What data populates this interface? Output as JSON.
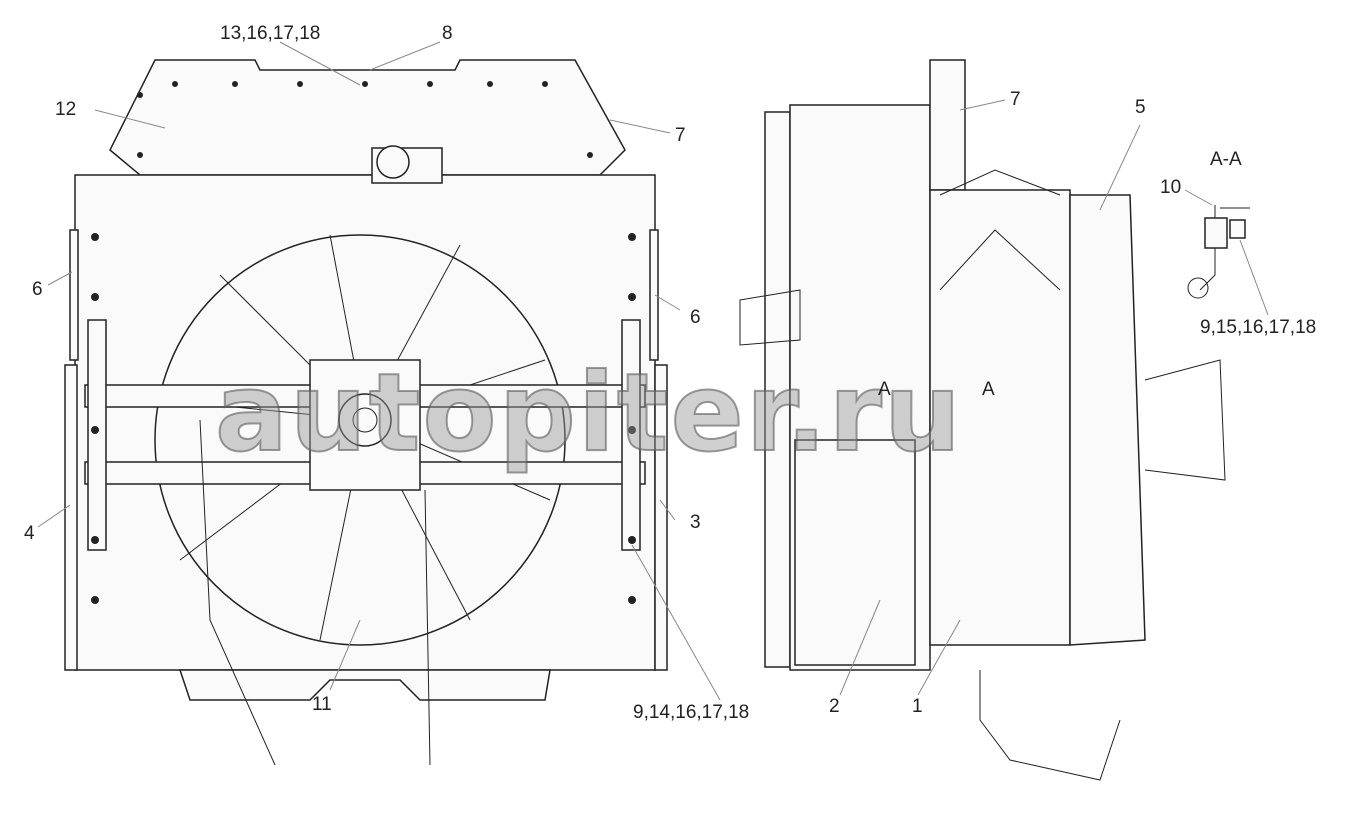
{
  "drawing": {
    "front_view_labels": {
      "fasteners_top": "13,16,17,18",
      "top_panel": "8",
      "left_panel": "12",
      "right_panel": "7",
      "left_side": "6",
      "right_side": "6",
      "left_bottom": "4",
      "right_bottom": "3",
      "bottom": "11",
      "fasteners_bottom": "9,14,16,17,18"
    },
    "side_view_labels": {
      "top": "7",
      "shroud": "5",
      "tank": "2",
      "core": "1",
      "section_mark_left": "A",
      "section_mark_right": "A"
    },
    "section_view": {
      "title": "A-A",
      "part": "10",
      "fasteners": "9,15,16,17,18"
    },
    "watermark": "autopiter.ru"
  }
}
